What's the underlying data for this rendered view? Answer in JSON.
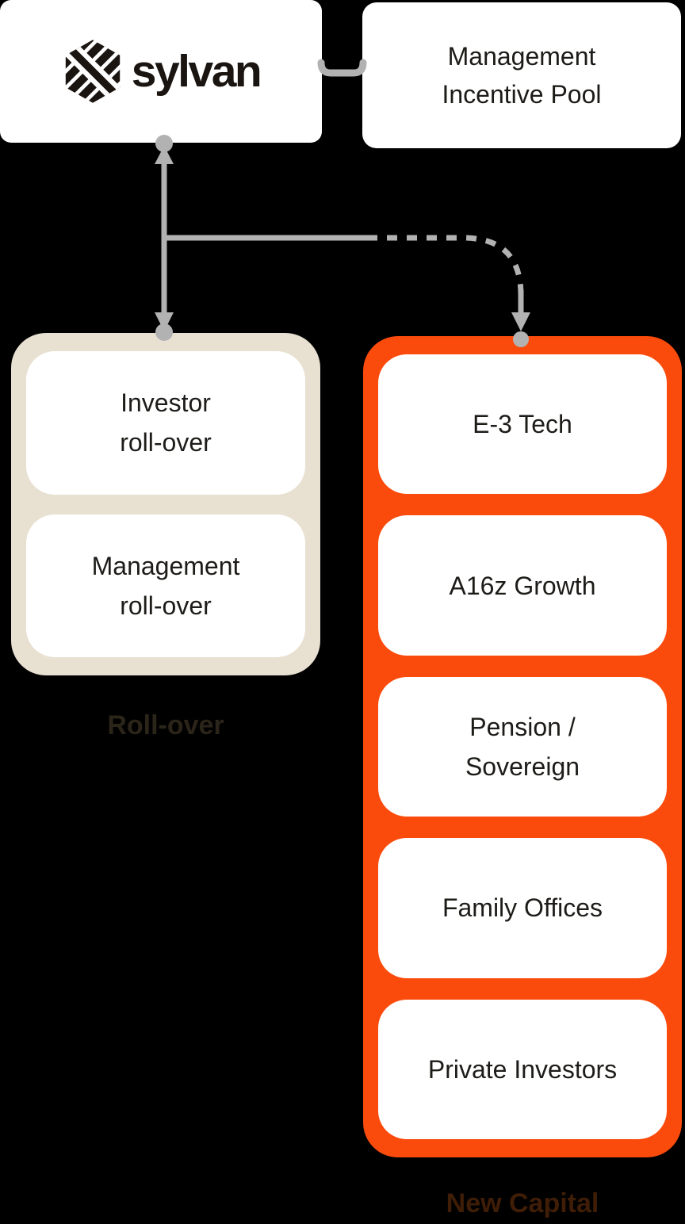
{
  "page": {
    "background_color": "#000000"
  },
  "brand_box": {
    "name": "sylvan",
    "icon": "sylvan-hexagon-logo-icon"
  },
  "incentive_box": {
    "line1": "Management",
    "line2": "Incentive Pool"
  },
  "rollover_group": {
    "label": "Roll-over",
    "container_color": "#E8E0D1",
    "label_color": "#2B2419",
    "items": [
      {
        "line1": "Investor",
        "line2": "roll-over"
      },
      {
        "line1": "Management",
        "line2": "roll-over"
      }
    ]
  },
  "new_capital_group": {
    "label": "New Capital",
    "container_color": "#FA4B0C",
    "label_color": "#3F1D06",
    "items": [
      {
        "line1": "E-3 Tech"
      },
      {
        "line1": "A16z Growth"
      },
      {
        "line1": "Pension /",
        "line2": "Sovereign"
      },
      {
        "line1": "Family Offices"
      },
      {
        "line1": "Private Investors"
      }
    ]
  },
  "connectors": {
    "color": "#B2B2B2"
  }
}
